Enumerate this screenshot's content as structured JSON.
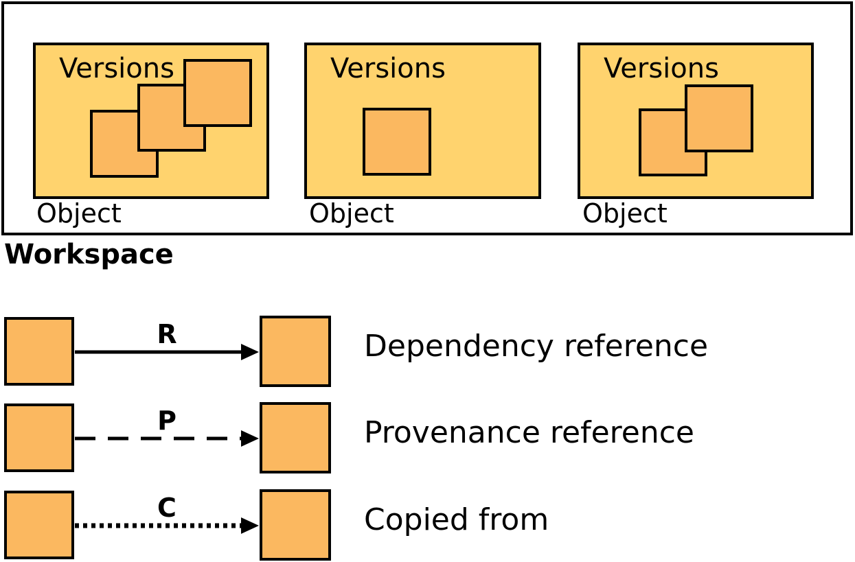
{
  "workspace": {
    "label": "Workspace",
    "objects": [
      {
        "label": "Object",
        "versions_label": "Versions",
        "version_count": 3
      },
      {
        "label": "Object",
        "versions_label": "Versions",
        "version_count": 1
      },
      {
        "label": "Object",
        "versions_label": "Versions",
        "version_count": 2
      }
    ]
  },
  "legend": {
    "rows": [
      {
        "letter": "R",
        "description": "Dependency reference",
        "line_style": "solid"
      },
      {
        "letter": "P",
        "description": "Provenance reference",
        "line_style": "dashed"
      },
      {
        "letter": "C",
        "description": "Copied from",
        "line_style": "dotted"
      }
    ]
  },
  "colors": {
    "object_fill": "#FFD36E",
    "version_fill": "#FBB860",
    "outline": "#000000",
    "background": "#FFFFFF"
  }
}
